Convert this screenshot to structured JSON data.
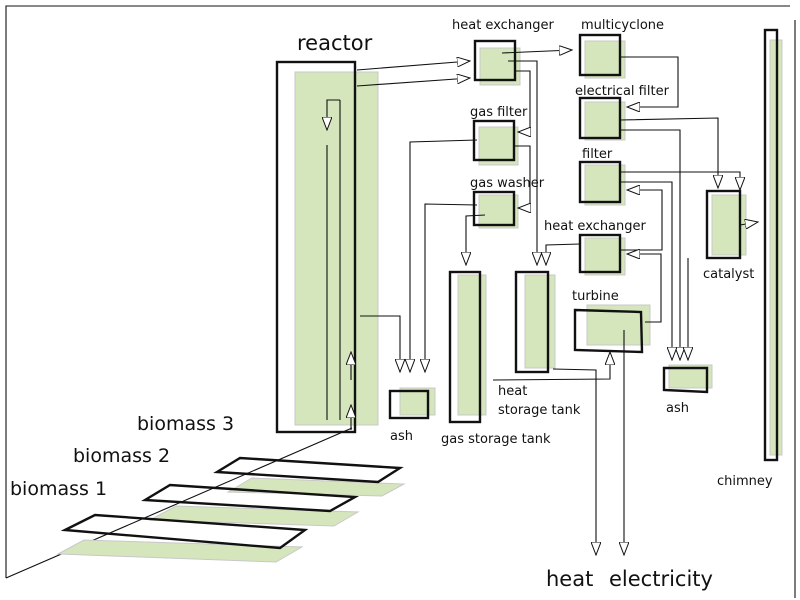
{
  "colors": {
    "fill": "#d5e6bd",
    "outline": "#111111"
  },
  "labels": {
    "reactor": "reactor",
    "heat_exchanger_1": "heat exchanger",
    "multicyclone": "multicyclone",
    "electrical_filter": "electrical filter",
    "gas_filter": "gas filter",
    "filter": "filter",
    "gas_washer": "gas washer",
    "heat_exchanger_2": "heat exchanger",
    "catalyst": "catalyst",
    "turbine": "turbine",
    "ash_1": "ash",
    "gas_storage_tank": "gas storage tank",
    "heat_storage_tank_line1": "heat",
    "heat_storage_tank_line2": "storage tank",
    "ash_2": "ash",
    "chimney": "chimney",
    "heat_output": "heat",
    "electricity_output": "electricity",
    "biomass_3": "biomass 3",
    "biomass_2": "biomass 2",
    "biomass_1": "biomass 1"
  }
}
